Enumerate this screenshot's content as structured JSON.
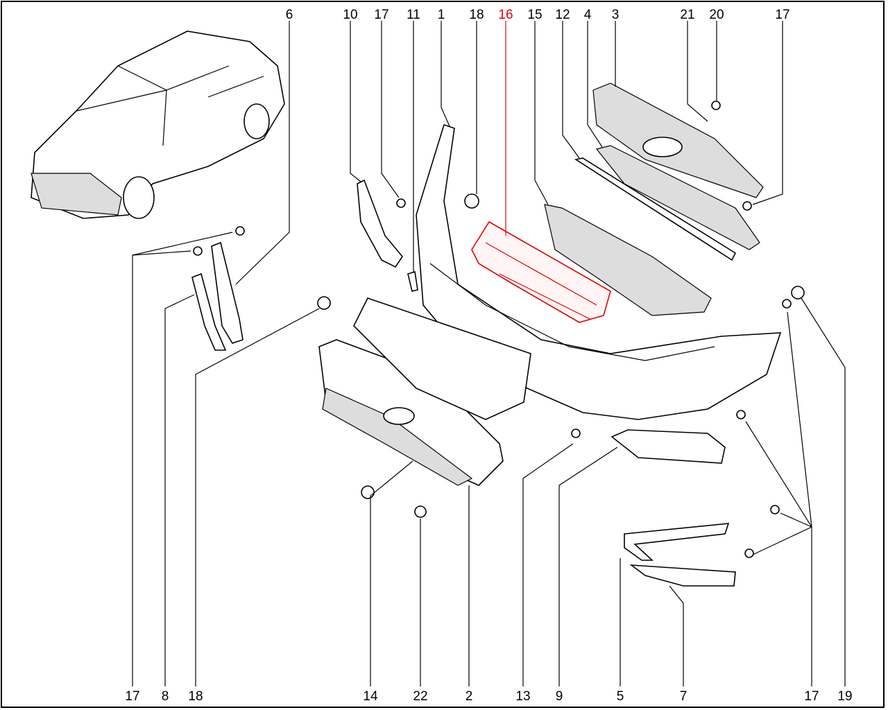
{
  "title": "Front bumper exploded parts diagram",
  "highlight_color": "#e00000",
  "labels_top": [
    "6",
    "10",
    "17",
    "11",
    "1",
    "18",
    "16",
    "15",
    "12",
    "4",
    "3",
    "21",
    "20",
    "17"
  ],
  "labels_bottom": [
    "17",
    "8",
    "18",
    "14",
    "22",
    "2",
    "13",
    "9",
    "5",
    "7",
    "17",
    "19"
  ],
  "highlighted_part": "16"
}
